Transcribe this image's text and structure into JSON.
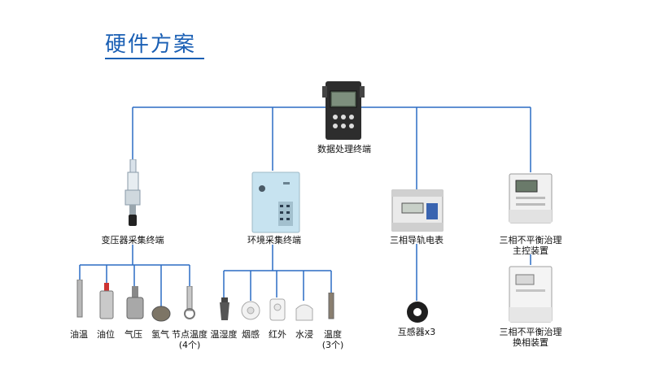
{
  "title": "硬件方案",
  "nodes": {
    "hub": "数据处理终端",
    "transformer": "变压器采集终端",
    "environment": "环境采集终端",
    "meter": "三相导轨电表",
    "main_control_1": "三相不平衡治理",
    "main_control_2": "主控装置",
    "ct": "互感器x3",
    "switch_1": "三相不平衡治理",
    "switch_2": "换相装置"
  },
  "sensors": {
    "oil_temp": "油温",
    "oil_level": "油位",
    "gas_pressure": "气压",
    "hydrogen": "氢气",
    "node_temp_1": "节点温度",
    "node_temp_2": "(4个)",
    "temp_humidity": "温湿度",
    "smoke": "烟感",
    "infrared": "红外",
    "water": "水浸",
    "temp_1": "温度",
    "temp_2": "(3个)"
  },
  "colors": {
    "accent": "#1a5fb4",
    "wire": "#2b6cc4"
  }
}
